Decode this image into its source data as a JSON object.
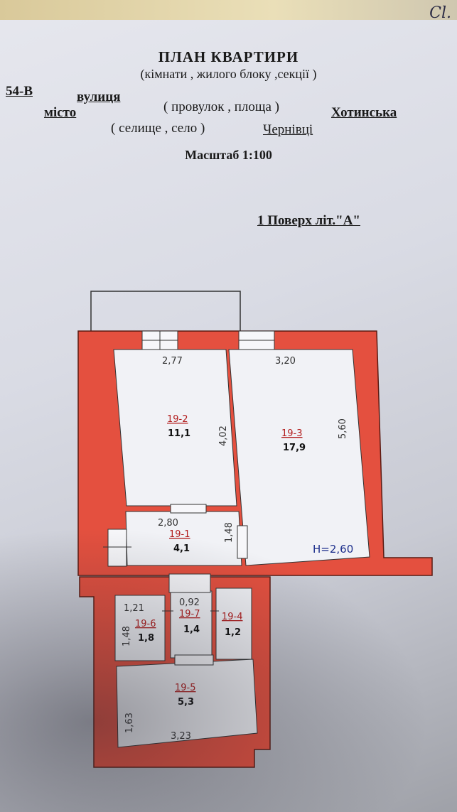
{
  "header": {
    "title": "ПЛАН КВАРТИРИ",
    "subtitle": "(кімнати , жилого блоку ,секції )",
    "house_no": "54-В",
    "street_label": "вулиця",
    "street_hint": "( провулок , площа )",
    "street_name": "Хотинська",
    "city_label": "місто",
    "city_hint": "( селище , село )",
    "city_name": "Чернівці",
    "scale": "Масштаб 1:100",
    "floor": "1 Поверх   літ.\"А\""
  },
  "rooms": [
    {
      "id": "19-2",
      "area": "11,1"
    },
    {
      "id": "19-3",
      "area": "17,9"
    },
    {
      "id": "19-1",
      "area": "4,1"
    },
    {
      "id": "19-6",
      "area": "1,8"
    },
    {
      "id": "19-7",
      "area": "1,4"
    },
    {
      "id": "19-4",
      "area": "1,2"
    },
    {
      "id": "19-5",
      "area": "5,3"
    }
  ],
  "dims": {
    "d277": "2,77",
    "d320": "3,20",
    "d402": "4,02",
    "d560": "5,60",
    "d280": "2,80",
    "d148a": "1,48",
    "d121": "1,21",
    "d092": "0,92",
    "d148b": "1,48",
    "d163": "1,63",
    "d323": "3,23"
  },
  "height_label": "H=2,60",
  "corner_mark": "Cl.",
  "colors": {
    "wall": "#e4503f",
    "wall_stroke": "#5a1a12",
    "room_fill": "#f1f2f6"
  }
}
